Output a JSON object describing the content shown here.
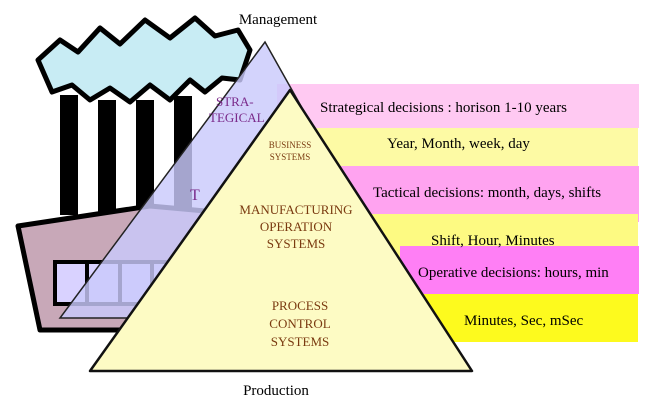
{
  "top_label": "Management",
  "bottom_label": "Production",
  "back_pyramid": {
    "top_label_line1": "STRA-",
    "top_label_line2": "TEGICAL",
    "mid_label_fragment": "T"
  },
  "front_pyramid": {
    "top_line1": "BUSINESS",
    "top_line2": "SYSTEMS",
    "mid_line1": "MANUFACTURING",
    "mid_line2": "OPERATION",
    "mid_line3": "SYSTEMS",
    "bot_line1": "PROCESS",
    "bot_line2": "CONTROL",
    "bot_line3": "SYSTEMS"
  },
  "bands": [
    {
      "kind": "decision",
      "text": "Strategical decisions : horison 1-10 years",
      "color": "#ffc9f2"
    },
    {
      "kind": "timeframe",
      "text": "Year, Month, week, day",
      "color": "#fdfaa4"
    },
    {
      "kind": "decision",
      "text": "Tactical decisions: month, days, shifts",
      "color": "#ffa3f0"
    },
    {
      "kind": "timeframe",
      "text": "Shift, Hour, Minutes",
      "color": "#fdfa82"
    },
    {
      "kind": "decision",
      "text": "Operative decisions: hours, min",
      "color": "#ff7ff5"
    },
    {
      "kind": "timeframe",
      "text": "Minutes, Sec, mSec",
      "color": "#fdfa1e"
    }
  ],
  "colors": {
    "front_pyramid_fill": "#fdfbc4",
    "back_pyramid_fill": "#c9c9fb",
    "factory_roof": "#c8ecf4",
    "factory_wall": "#c8a8b8",
    "text_brown": "#7a3a10",
    "text_purple": "#7a2a8a"
  }
}
